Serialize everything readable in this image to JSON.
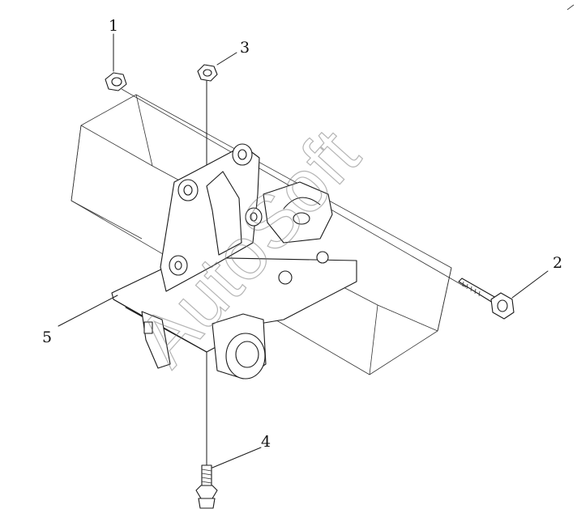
{
  "callouts": [
    {
      "id": "1",
      "label": "1"
    },
    {
      "id": "2",
      "label": "2"
    },
    {
      "id": "3",
      "label": "3"
    },
    {
      "id": "4",
      "label": "4"
    },
    {
      "id": "5",
      "label": "5"
    }
  ],
  "watermark": {
    "text": "AutoSoft"
  },
  "colors": {
    "line": "#1a1a1a",
    "watermark": "#777777",
    "background": "#ffffff"
  }
}
